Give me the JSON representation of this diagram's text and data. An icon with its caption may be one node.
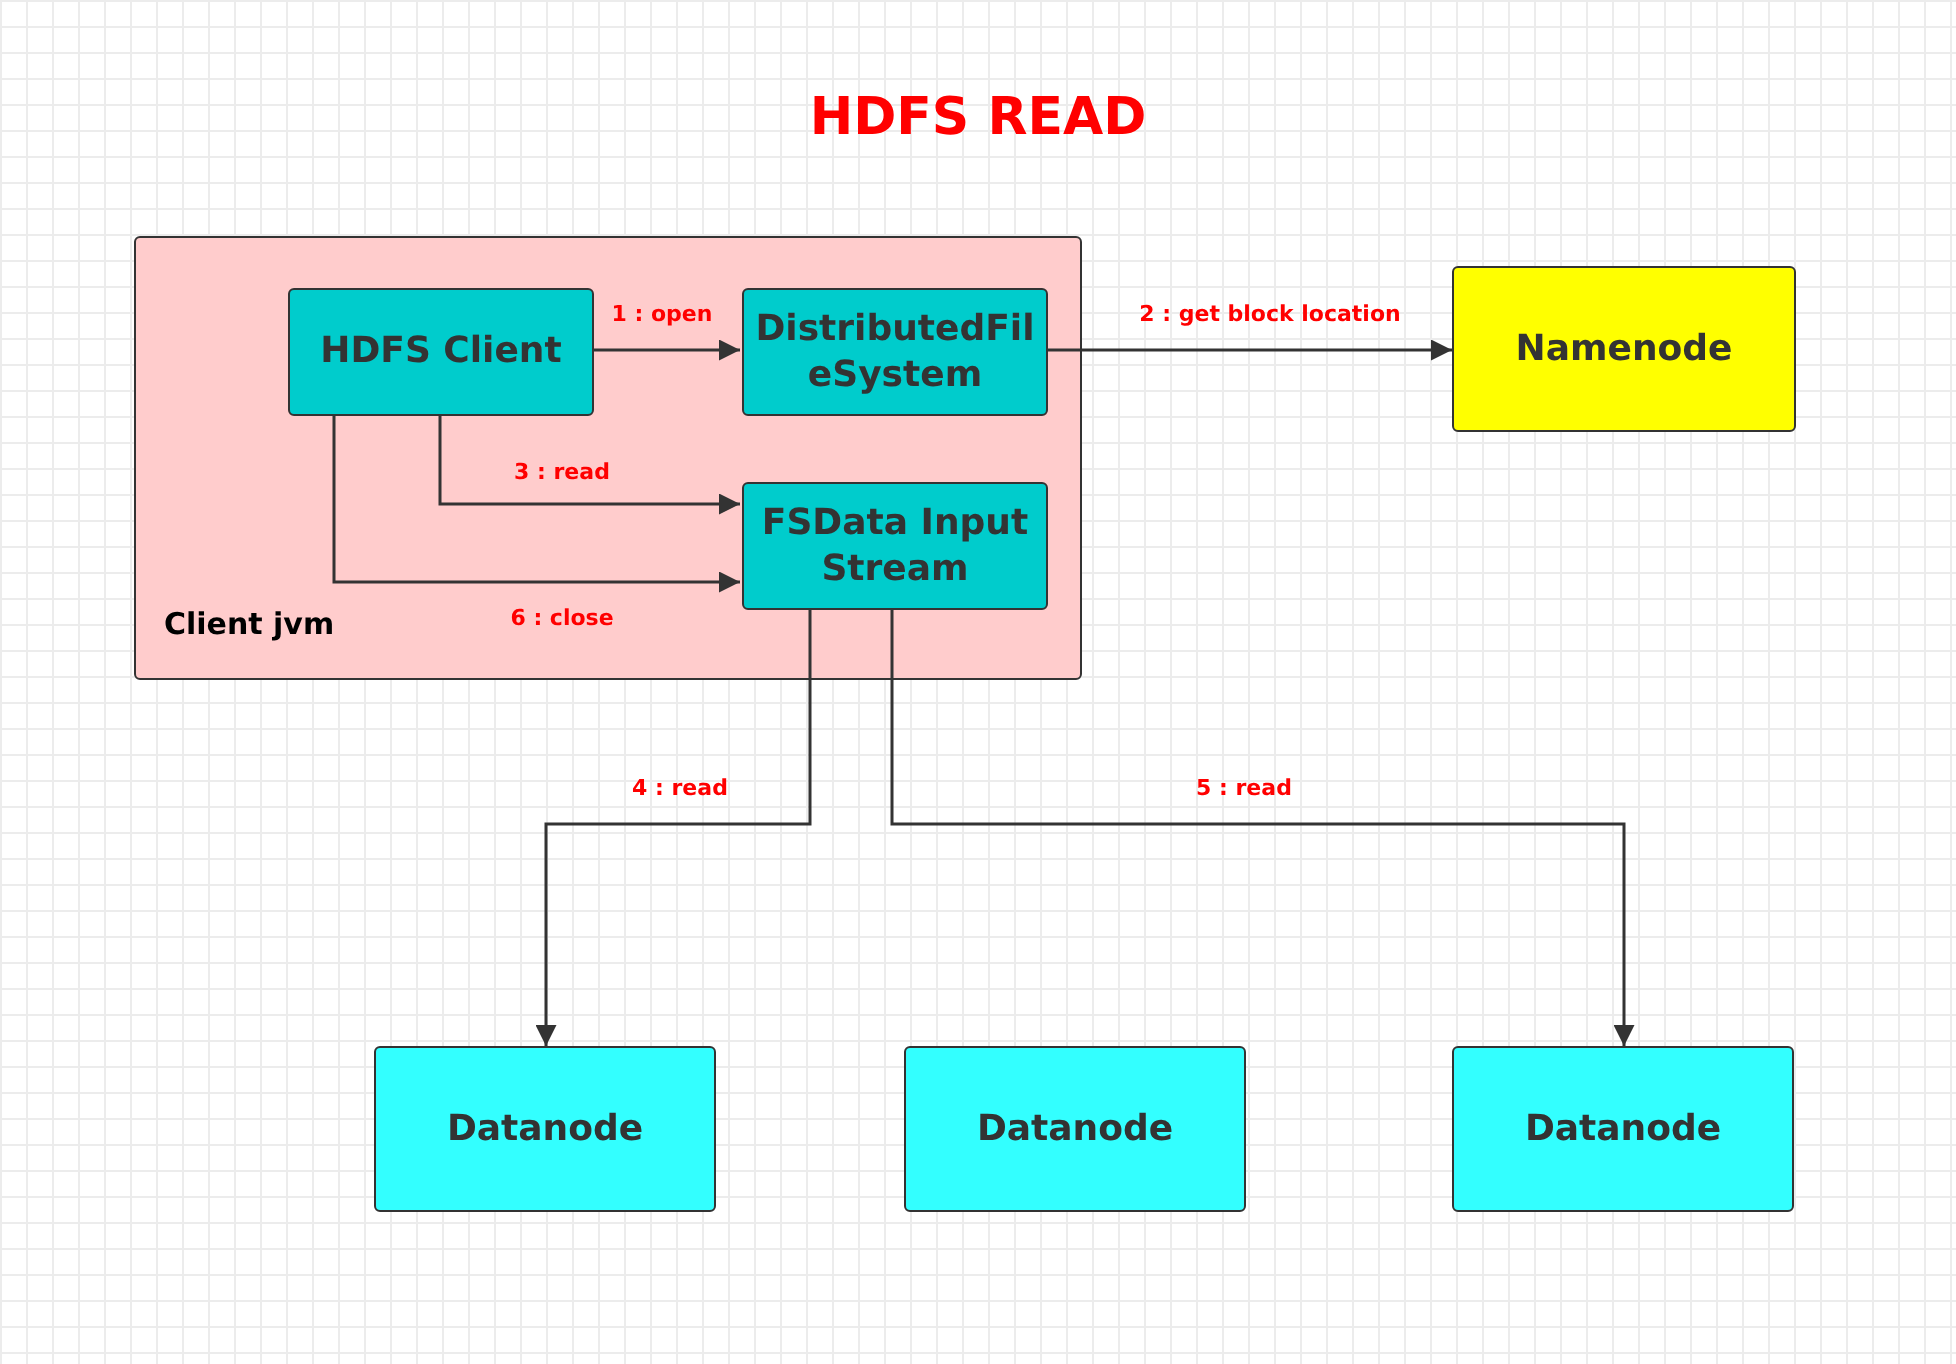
{
  "diagram": {
    "title": "HDFS READ",
    "nodes": [
      {
        "text": [
          "Client jvm"
        ]
      },
      {
        "text": [
          "HDFS Client"
        ],
        "in": 0
      },
      {
        "text": [
          "DistributedFileSystem"
        ],
        "in": 0
      },
      {
        "text": [
          "FSData InputStream"
        ],
        "in": 0
      },
      {
        "text": [
          "Namenode"
        ]
      },
      {
        "text": [
          "Datanode"
        ]
      },
      {
        "text": [
          "Datanode"
        ]
      },
      {
        "text": [
          "Datanode"
        ]
      }
    ],
    "edges": [
      {
        "from": 1,
        "to": 2,
        "arrow": "to",
        "label": "1 : open"
      },
      {
        "from": 2,
        "to": 4,
        "arrow": "to",
        "label": "2 : get block location"
      },
      {
        "from": 1,
        "to": 3,
        "arrow": "to",
        "label": "3 : read"
      },
      {
        "from": 3,
        "to": 5,
        "arrow": "to",
        "label": "4 : read"
      },
      {
        "from": 3,
        "to": 7,
        "arrow": "to",
        "label": "5 : read"
      },
      {
        "from": 1,
        "to": 3,
        "arrow": "to",
        "label": "6 : close"
      }
    ]
  }
}
